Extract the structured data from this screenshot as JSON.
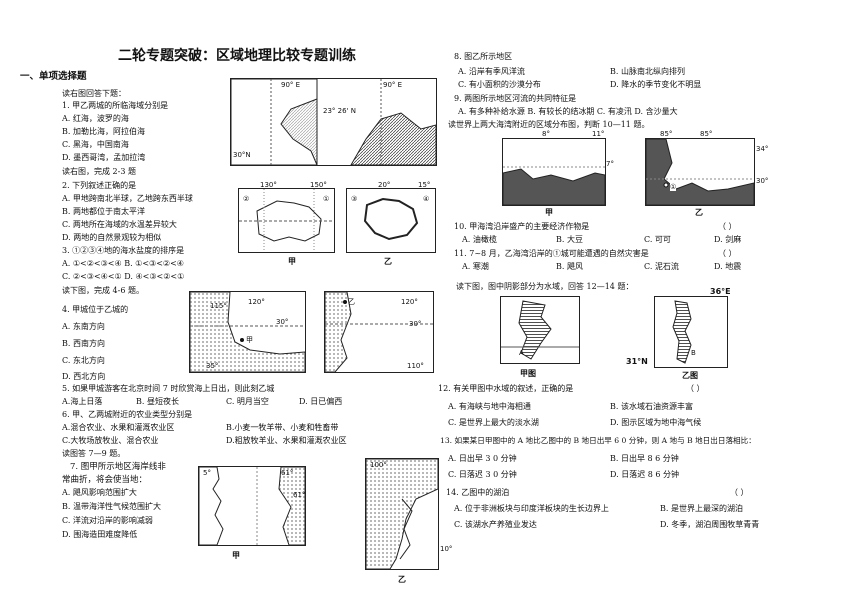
{
  "title": "二轮专题突破：区域地理比较专题训练",
  "section": "一、单项选择题",
  "left": [
    "读右图回答下题：",
    "1. 甲乙两城的所临海域分别是",
    "A. 红海，波罗的海",
    "B. 加勒比海，阿拉伯海",
    "C. 黑海，中国南海",
    "D. 墨西哥湾，孟加拉湾",
    "读右图，完成 2-3 题",
    "2. 下列叙述正确的是",
    "A. 甲地跨南北半球，乙地跨东西半球",
    "B. 两地都位于南太平洋",
    "C. 两地所在海域的水温差异较大",
    "D. 两地的自然景观较为相似",
    "3. ①②③④地的海水盐度的排序是",
    "A. ①<②<③<④  B. ①<③<②<④",
    "C. ②<③<④<①  D. ④<③<②<①",
    "读下图，完成 4-6 题。",
    "4. 甲城位于乙城的",
    "A. 东南方向",
    "B. 西南方向",
    "C. 东北方向",
    "D. 西北方向",
    "5. 如果甲城游客在北京时间 7 时欣赏海上日出，则此刻乙城",
    "6. 甲、乙两城附近的农业类型分别是",
    "读图答 7—9 题。",
    "7. 图甲所示地区海岸线非",
    "常曲折，将会使当地：",
    "A. 飓风影响范围扩大",
    "B. 温带海洋性气候范围扩大",
    "C. 洋流对沿岸的影响减弱",
    "D. 围海造田难度降低"
  ],
  "q5opts": [
    "A.海上日落",
    "B. 昼短夜长",
    "C. 明月当空",
    "D. 日已偏西"
  ],
  "q6opts": [
    "A.混合农业、水果和灌溉农业区",
    "B.小麦一牧羊带、小麦和牲畜带",
    "C.大牧场放牧业、混合农业",
    "D.粗放牧羊业、水果和灌溉农业区"
  ],
  "right": [
    "8. 图乙所示地区",
    "A. 沿岸有季风洋流",
    "B. 山脉南北纵向排列",
    "C. 有小面积的沙漠分布",
    "D. 降水的季节变化不明显",
    "9. 两图所示地区河流的共同特征是",
    "A. 有多种补给水源    B. 有较长的结冰期    C. 有凌汛    D. 含沙量大",
    "读世界上两大海湾附近的区域分布图，判断 10—11 题。",
    "10. 甲海湾沿岸盛产的主要经济作物是",
    "A. 油橄榄",
    "B. 大豆",
    "C. 可可",
    "D. 剑麻",
    "11. 7~8 月，乙海湾沿岸的①城可能遭遇的自然灾害是",
    "A. 寒潮",
    "B. 飓风",
    "C. 泥石流",
    "D. 地震",
    "读下图，图中阴影部分为水域，回答 12—14 题：",
    "12. 有关甲图中水域的叙述，正确的是",
    "A. 有海峡与地中海相通",
    "B. 该水域石油资源丰富",
    "C. 是世界上最大的淡水湖",
    "D. 图示区域为地中海气候",
    "13. 如果某日甲图中的 A 地比乙图中的 B 地日出早 6 0 分钟，则 A 地与 B 地日出日落相比：",
    "A. 日出早 3 0 分钟",
    "B. 日出早 8 6 分钟",
    "C. 日落迟 3 0 分钟",
    "D. 日落迟 8 6 分钟",
    "14. 乙图中的湖泊",
    "A. 位于非洲板块与印度洋板块的生长边界上",
    "B. 是世界上最深的湖泊",
    "C. 该湖水产养殖业发达",
    "D. 冬季，湖泊周围牧草青青"
  ],
  "paren": "（    ）",
  "maps": {
    "m1": [
      "90° E",
      "30°N",
      "90° E",
      "23° 26' N"
    ],
    "m2": [
      "130°",
      "150°",
      "20°",
      "15°",
      "①",
      "②",
      "③",
      "④",
      "甲",
      "乙"
    ],
    "m3": [
      "115°",
      "120°",
      "30°",
      "35°",
      "甲",
      "120°",
      "30°",
      "110°",
      "乙"
    ],
    "m4": [
      "5°",
      "61°",
      "61°",
      "甲",
      "100°",
      "10°",
      "乙"
    ],
    "m5": [
      "8°",
      "11°",
      "7°",
      "甲",
      "85°",
      "34°",
      "30°",
      "①",
      "乙"
    ],
    "m6": [
      "A",
      "甲图",
      "36°E",
      "31°N",
      "B",
      "乙图"
    ]
  }
}
